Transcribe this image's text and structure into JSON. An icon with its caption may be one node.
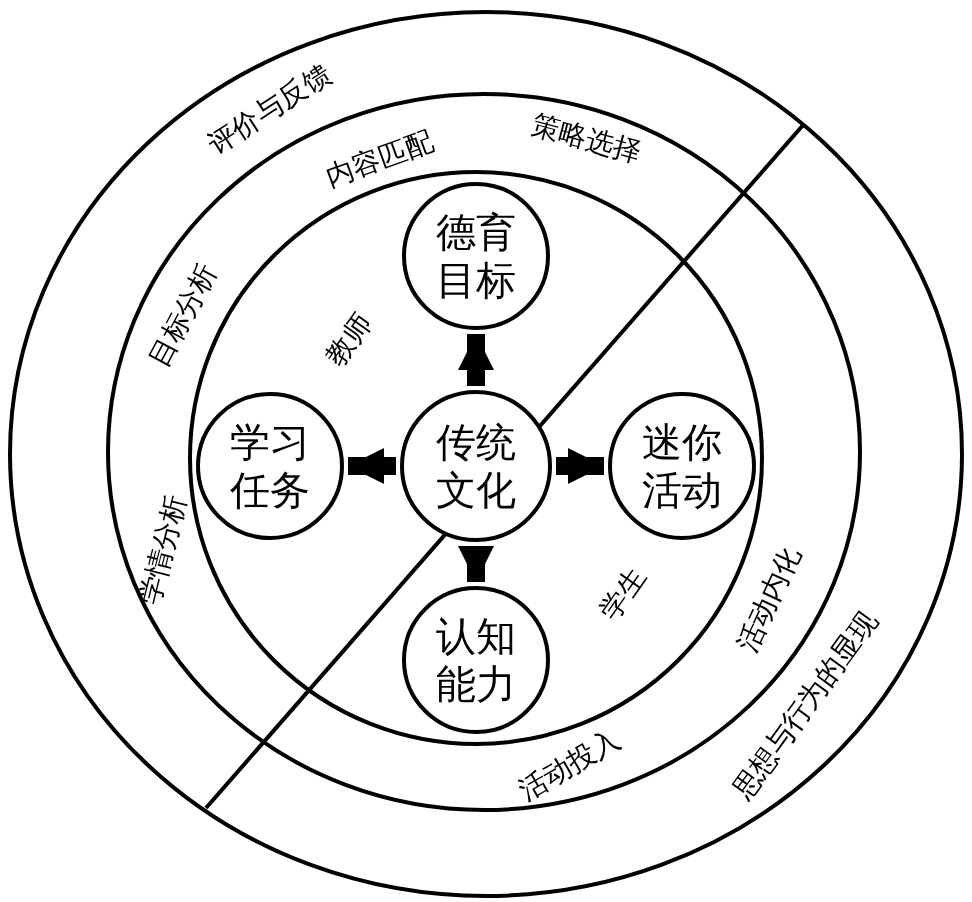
{
  "diagram": {
    "nodes": [
      {
        "text": [
          "传统文化"
        ]
      },
      {
        "text": [
          "德育目标"
        ]
      },
      {
        "text": [
          "学习任务"
        ]
      },
      {
        "text": [
          "迷你活动"
        ]
      },
      {
        "text": [
          "认知能力"
        ]
      }
    ],
    "edges": [
      {
        "from": 0,
        "to": 1,
        "arrow": "to"
      },
      {
        "from": 0,
        "to": 2,
        "arrow": "to"
      },
      {
        "from": 0,
        "to": 3,
        "arrow": "to"
      },
      {
        "from": 0,
        "to": 4,
        "arrow": "to"
      }
    ],
    "labels": [
      "评价与反馈",
      "内容匹配",
      "策略选择",
      "目标分析",
      "教师",
      "学情分析",
      "学生",
      "活动内化",
      "思想与行为的显现",
      "活动投入"
    ]
  }
}
